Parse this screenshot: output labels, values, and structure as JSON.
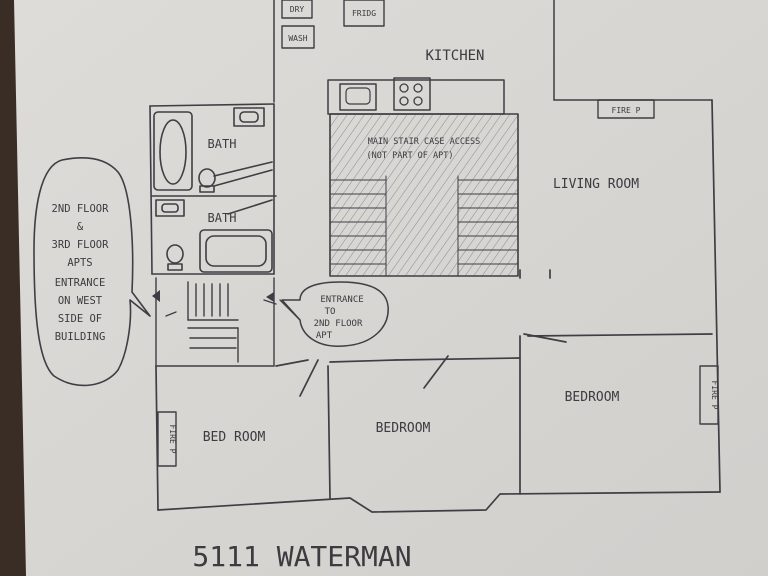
{
  "labels": {
    "dry": "DRY",
    "wash": "WASH",
    "fridg": "FRIDG",
    "kitchen": "KITCHEN",
    "fire_top": "FIRE P",
    "fire_right": "FIRE P",
    "fire_left": "FIRE P",
    "bath_upper": "BATH",
    "bath_lower": "BATH",
    "stair_line1": "MAIN STAIR CASE ACCESS",
    "stair_line2": "(NOT PART OF APT)",
    "living_room": "LIVING ROOM",
    "side_entrance": [
      "2ND FLOOR",
      "&",
      "3RD FLOOR",
      "APTS",
      "ENTRANCE",
      "ON WEST",
      "SIDE OF",
      "BUILDING"
    ],
    "apt_entrance": [
      "ENTRANCE",
      "TO",
      "2ND FLOOR",
      "APT"
    ],
    "bedroom_left": "BED ROOM",
    "bedroom_middle": "BEDROOM",
    "bedroom_right": "BEDROOM",
    "address": "5111 WATERMAN"
  }
}
